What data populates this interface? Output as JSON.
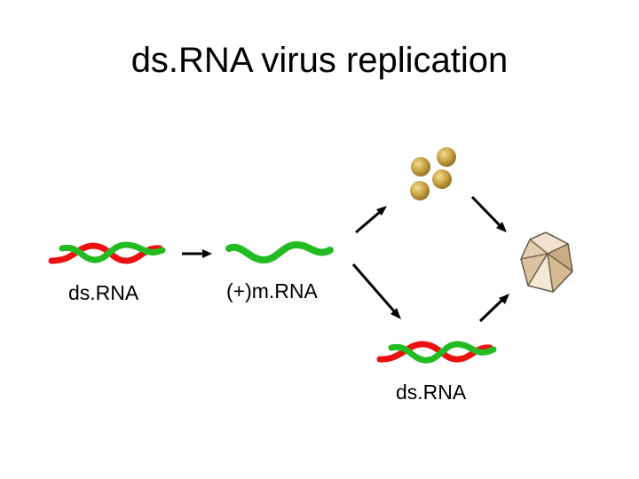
{
  "slide": {
    "title": "ds.RNA virus replication",
    "labels": {
      "dsrna_left": "ds.RNA",
      "mrna": "(+)m.RNA",
      "dsrna_bottom": "ds.RNA"
    }
  },
  "colors": {
    "plus_strand": "#22bb22",
    "minus_strand": "#ee1111",
    "arrow": "#000000",
    "protein": "#c8a040",
    "capsid_fill": "#e8d2b2",
    "capsid_stroke": "#6a5a48"
  },
  "icons": {
    "arrow": "arrow-right",
    "proteins": "protein-cluster-icon",
    "capsid": "icosahedral-capsid-icon"
  }
}
